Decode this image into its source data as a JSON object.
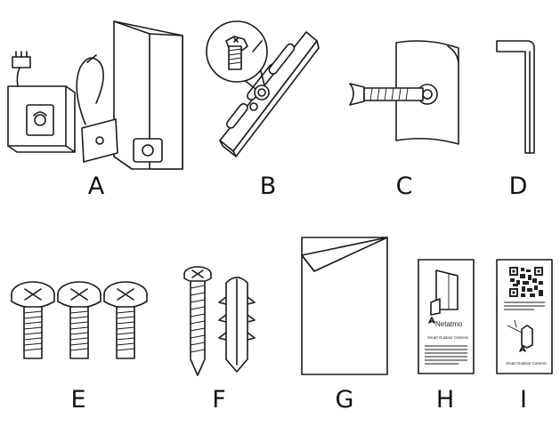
{
  "parts": [
    {
      "letter": "A",
      "icon": "camera-with-mounting-box-icon"
    },
    {
      "letter": "B",
      "icon": "mounting-bracket-icon"
    },
    {
      "letter": "C",
      "icon": "bolt-with-washer-plate-icon"
    },
    {
      "letter": "D",
      "icon": "allen-key-icon"
    },
    {
      "letter": "E",
      "icon": "machine-screws-icon"
    },
    {
      "letter": "F",
      "icon": "wood-screw-and-anchor-icon"
    },
    {
      "letter": "G",
      "icon": "template-sheet-icon"
    },
    {
      "letter": "H",
      "icon": "quick-start-guide-icon"
    },
    {
      "letter": "I",
      "icon": "qr-leaflet-icon"
    }
  ],
  "guide": {
    "brand": "Netatmo",
    "title": "Smart Outdoor Camera"
  },
  "leaflet": {
    "title": "Smart Outdoor Camera"
  }
}
